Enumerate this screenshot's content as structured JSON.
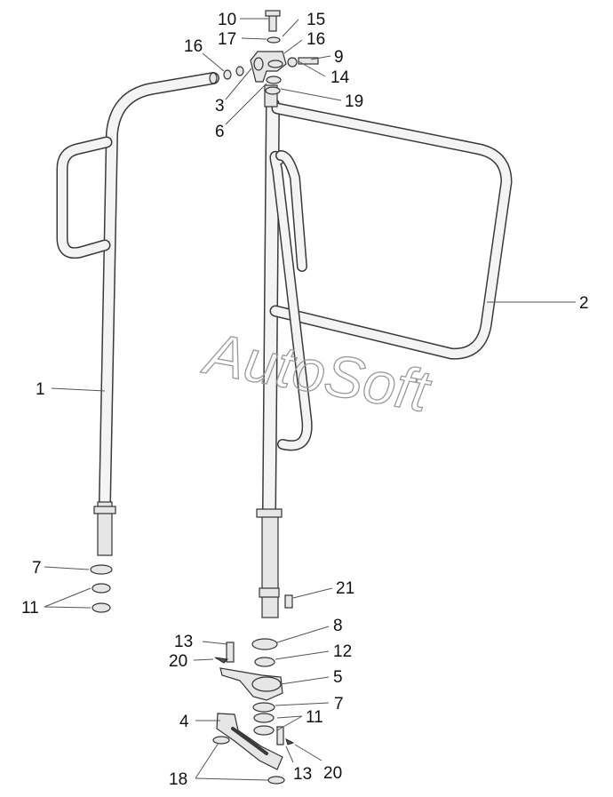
{
  "watermark": "AutoSoft",
  "labels": {
    "l1": "1",
    "l2": "2",
    "l3": "3",
    "l4": "4",
    "l5": "5",
    "l6": "6",
    "l7a": "7",
    "l7b": "7",
    "l8": "8",
    "l9": "9",
    "l10": "10",
    "l11a": "11",
    "l11b": "11",
    "l12": "12",
    "l13a": "13",
    "l13b": "13",
    "l14": "14",
    "l15": "15",
    "l16a": "16",
    "l16b": "16",
    "l17": "17",
    "l18": "18",
    "l19": "19",
    "l20a": "20",
    "l20b": "20",
    "l21": "21"
  }
}
